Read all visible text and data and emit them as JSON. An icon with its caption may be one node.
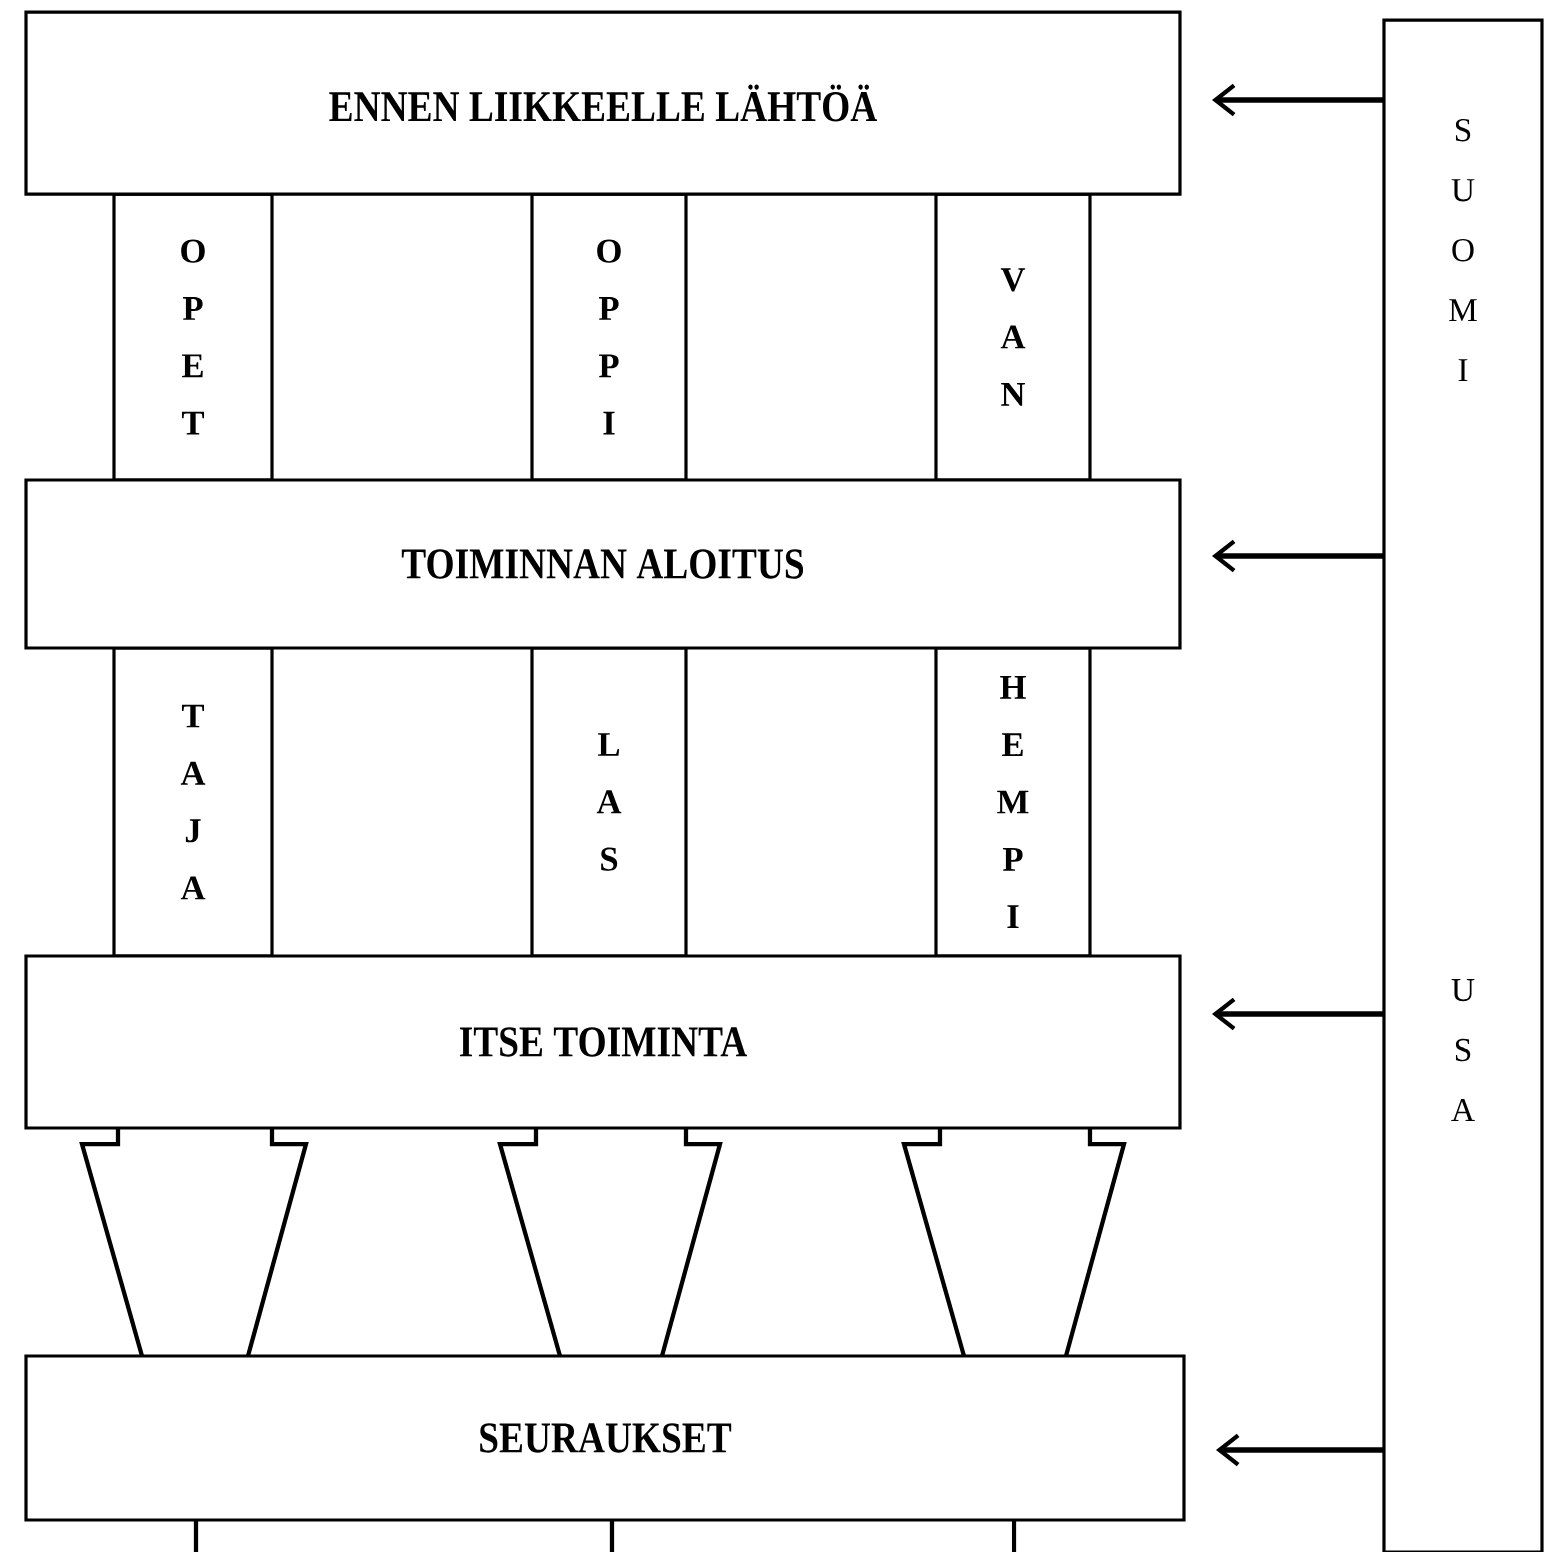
{
  "diagram": {
    "nodes": [
      {
        "text": [
          "ENNEN LIIKKEELLE LÄHTÖÄ"
        ]
      },
      {
        "text": [
          "OPET"
        ]
      },
      {
        "text": [
          "OPPI"
        ]
      },
      {
        "text": [
          "VAN"
        ]
      },
      {
        "text": [
          "TOIMINNAN ALOITUS"
        ]
      },
      {
        "text": [
          "TAJA"
        ]
      },
      {
        "text": [
          "LAS"
        ]
      },
      {
        "text": [
          "HEMPI"
        ]
      },
      {
        "text": [
          "ITSE TOIMINTA"
        ]
      },
      {
        "text": [
          "SEURAUKSET"
        ]
      },
      {
        "text": [
          "SUOMI",
          "USA"
        ]
      }
    ],
    "edges": [
      {
        "from": 10,
        "to": 0,
        "arrow": "to"
      },
      {
        "from": 10,
        "to": 4,
        "arrow": "to"
      },
      {
        "from": 10,
        "to": 8,
        "arrow": "to"
      },
      {
        "from": 10,
        "to": 9,
        "arrow": "to"
      }
    ]
  }
}
